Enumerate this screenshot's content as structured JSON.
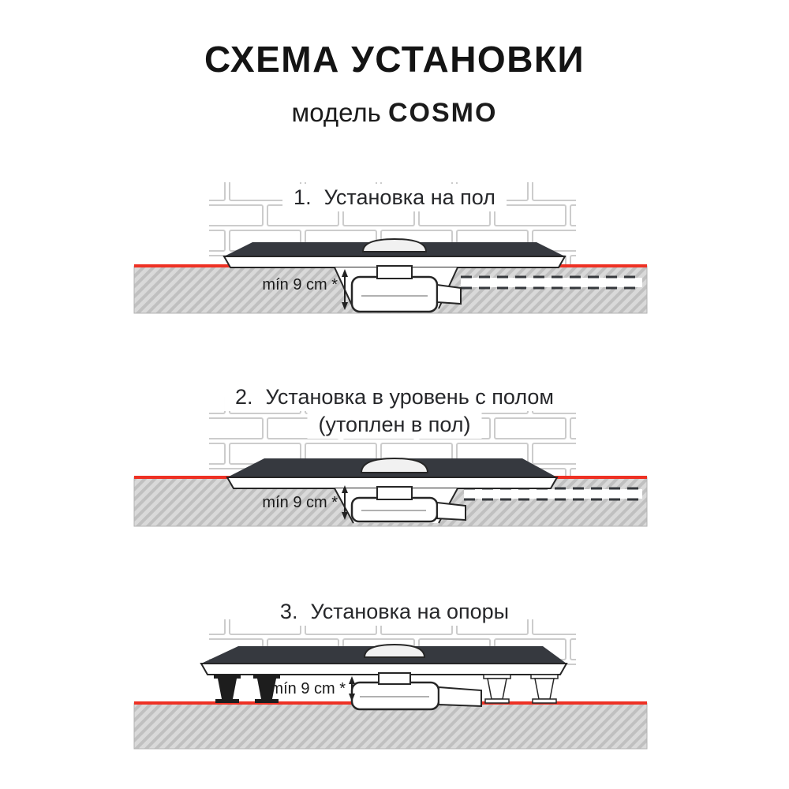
{
  "page": {
    "title": "СХЕМА УСТАНОВКИ",
    "model_label": "модель",
    "model_name": "COSMO"
  },
  "sections": [
    {
      "number": "1.",
      "caption": "Установка на пол",
      "dimension_label": "mín 9 cm *"
    },
    {
      "number": "2.",
      "caption": "Установка в уровень с полом",
      "caption_line2": "(утоплен в пол)",
      "dimension_label": "mín 9 cm *"
    },
    {
      "number": "3.",
      "caption": "Установка на опоры",
      "dimension_label": "mín 9 cm *"
    }
  ],
  "colors": {
    "accent_red": "#ee3124",
    "tray_dark": "#36393f",
    "floor_fill": "#d9d9d9",
    "hatch_line": "#c0c0c0",
    "brick_line": "#cccccc",
    "outline_dark": "#262626"
  }
}
